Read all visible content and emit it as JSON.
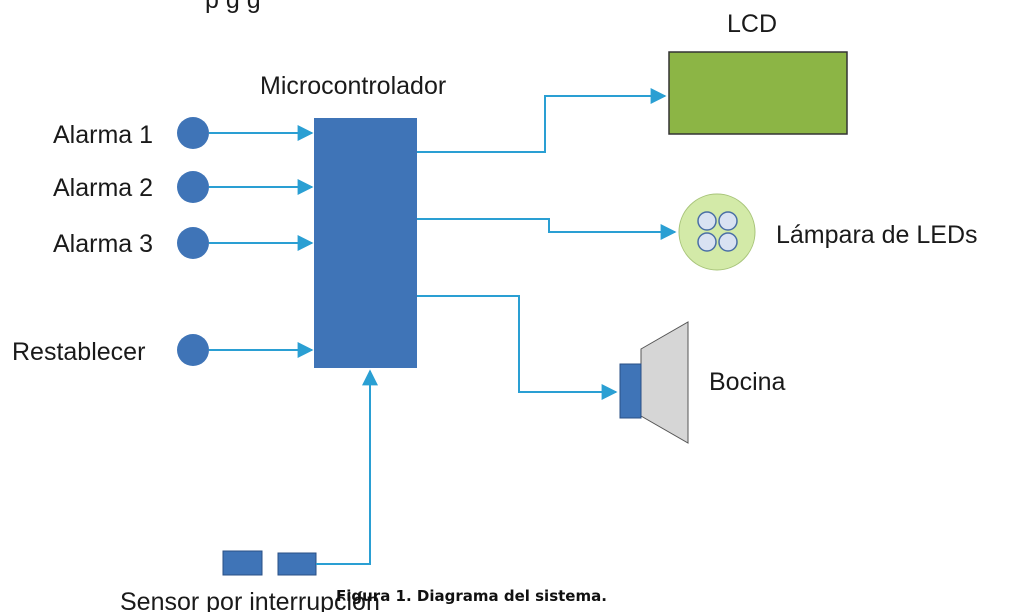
{
  "diagram": {
    "top_fragment": "p                                    g            g",
    "microcontroller_label": "Microcontrolador",
    "inputs": [
      {
        "label": "Alarma 1"
      },
      {
        "label": "Alarma 2"
      },
      {
        "label": "Alarma 3"
      },
      {
        "label": "Restablecer"
      }
    ],
    "sensor_label": "Sensor por interrupción",
    "outputs": {
      "lcd": "LCD",
      "lamp": "Lámpara de LEDs",
      "speaker": "Bocina"
    }
  },
  "caption": "Figura 1. Diagrama del sistema.",
  "colors": {
    "node_blue": "#3f74b7",
    "line_blue": "#2a9fd3",
    "lcd_green": "#8cb545",
    "lamp_green": "#d3eaa8",
    "speaker_gray": "#d6d6d6"
  }
}
